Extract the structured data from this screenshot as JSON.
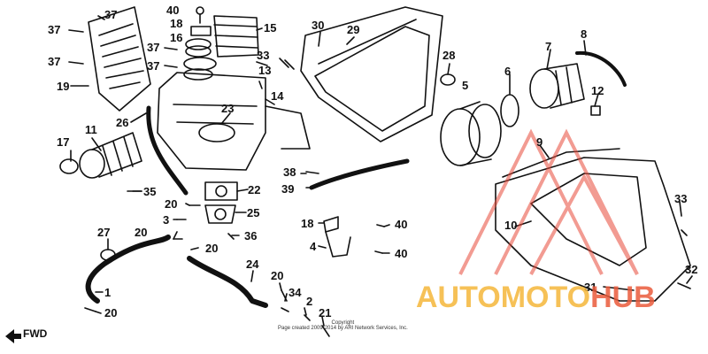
{
  "diagram": {
    "part_labels": {
      "p37a": "37",
      "p37b": "37",
      "p37c": "37",
      "p37d": "37",
      "p37e": "37",
      "p19": "19",
      "p40": "40",
      "p18a": "18",
      "p16": "16",
      "p15": "15",
      "p33a": "33",
      "p13": "13",
      "p14": "14",
      "p30": "30",
      "p29": "29",
      "p28": "28",
      "p5": "5",
      "p6": "6",
      "p7": "7",
      "p8": "8",
      "p12": "12",
      "p26": "26",
      "p23": "23",
      "p17": "17",
      "p11": "11",
      "p35": "35",
      "p38": "38",
      "p39": "39",
      "p22": "22",
      "p20a": "20",
      "p3": "3",
      "p25": "25",
      "p20b": "20",
      "p36": "36",
      "p20c": "20",
      "p27": "27",
      "p18b": "18",
      "p40b": "40",
      "p4": "4",
      "p40c": "40",
      "p24": "24",
      "p1": "1",
      "p20d": "20",
      "p20e": "20",
      "p34": "34",
      "p2": "2",
      "p21": "21",
      "p9": "9",
      "p10": "10",
      "p33b": "33",
      "p31": "31",
      "p32": "32"
    },
    "direction_label": "FWD",
    "copyright_lines": [
      "Copyright",
      "Page created 2009-2014 by ARI Network Services, Inc."
    ]
  },
  "watermark": {
    "part1": "AUTOMOTO",
    "part2": "HUB"
  },
  "colors": {
    "line": "#111111",
    "watermark_orange": "#f5b73a",
    "watermark_red": "#ea5b3c"
  }
}
